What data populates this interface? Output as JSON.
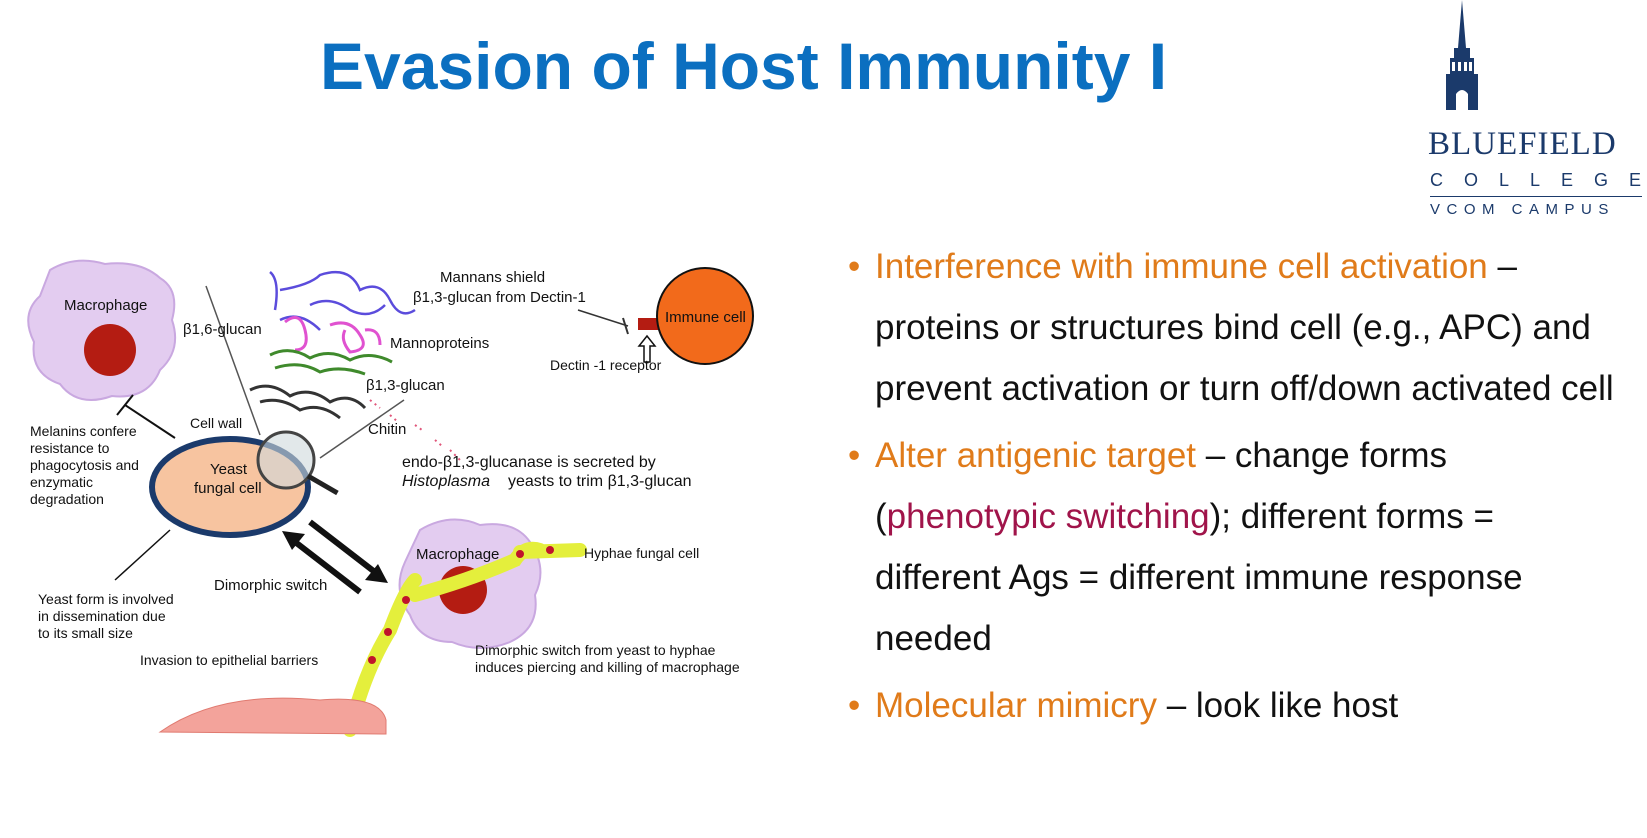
{
  "slide": {
    "title": "Evasion of Host Immunity I"
  },
  "logo": {
    "name": "BLUEFIELD",
    "sub": "COLLEGE",
    "campus": "VCOM CAMPUS",
    "color": "#1b3a6b"
  },
  "bullets": [
    {
      "highlight": "Interference with immune cell activation",
      "text": " – proteins or structures bind cell (e.g., APC) and prevent activation or turn off/down activated cell"
    },
    {
      "highlight": "Alter antigenic target",
      "text_before": " – change forms (",
      "highlight2": "phenotypic switching",
      "text_after": "); different forms = different Ags = different immune response needed"
    },
    {
      "highlight": "Molecular mimicry",
      "text": " – look like host"
    }
  ],
  "diagram": {
    "macrophage_top": "Macrophage",
    "b16_glucan": "β1,6-glucan",
    "mannans_line1": "Mannans shield",
    "mannans_line2": "β1,3-glucan from Dectin-1",
    "immune_cell": "Immune cell",
    "mannoproteins": "Mannoproteins",
    "dectin_receptor": "Dectin -1 receptor",
    "b13_glucan": "β1,3-glucan",
    "cell_wall": "Cell wall",
    "chitin": "Chitin",
    "melanins": [
      "Melanins confere",
      "resistance to",
      "phagocytosis and",
      "enzymatic",
      "degradation"
    ],
    "yeast_cell": [
      "Yeast",
      "fungal cell"
    ],
    "endo_line1": "endo-β1,3-glucanase is secreted by",
    "endo_histo": "Histoplasma",
    "endo_line2": "yeasts to trim β1,3-glucan",
    "macrophage_bottom": "Macrophage",
    "hyphae": "Hyphae  fungal cell",
    "dimorphic_switch": "Dimorphic switch",
    "yeast_form": [
      "Yeast form is involved",
      "in dissemination due",
      "to its small size"
    ],
    "dimorphic_desc": [
      "Dimorphic switch from yeast to hyphae",
      "induces piercing and killing of macrophage"
    ],
    "invasion": "Invasion to epithelial barriers"
  },
  "colors": {
    "title": "#0b6fc0",
    "highlight": "#e07b1a",
    "highlight2": "#a0144a",
    "immune_cell": "#f26a1b",
    "macrophage": "#e3ccf0",
    "nucleus": "#b41c12",
    "yeast": "#f7c4a0",
    "hyphae": "#e4ef3c"
  }
}
